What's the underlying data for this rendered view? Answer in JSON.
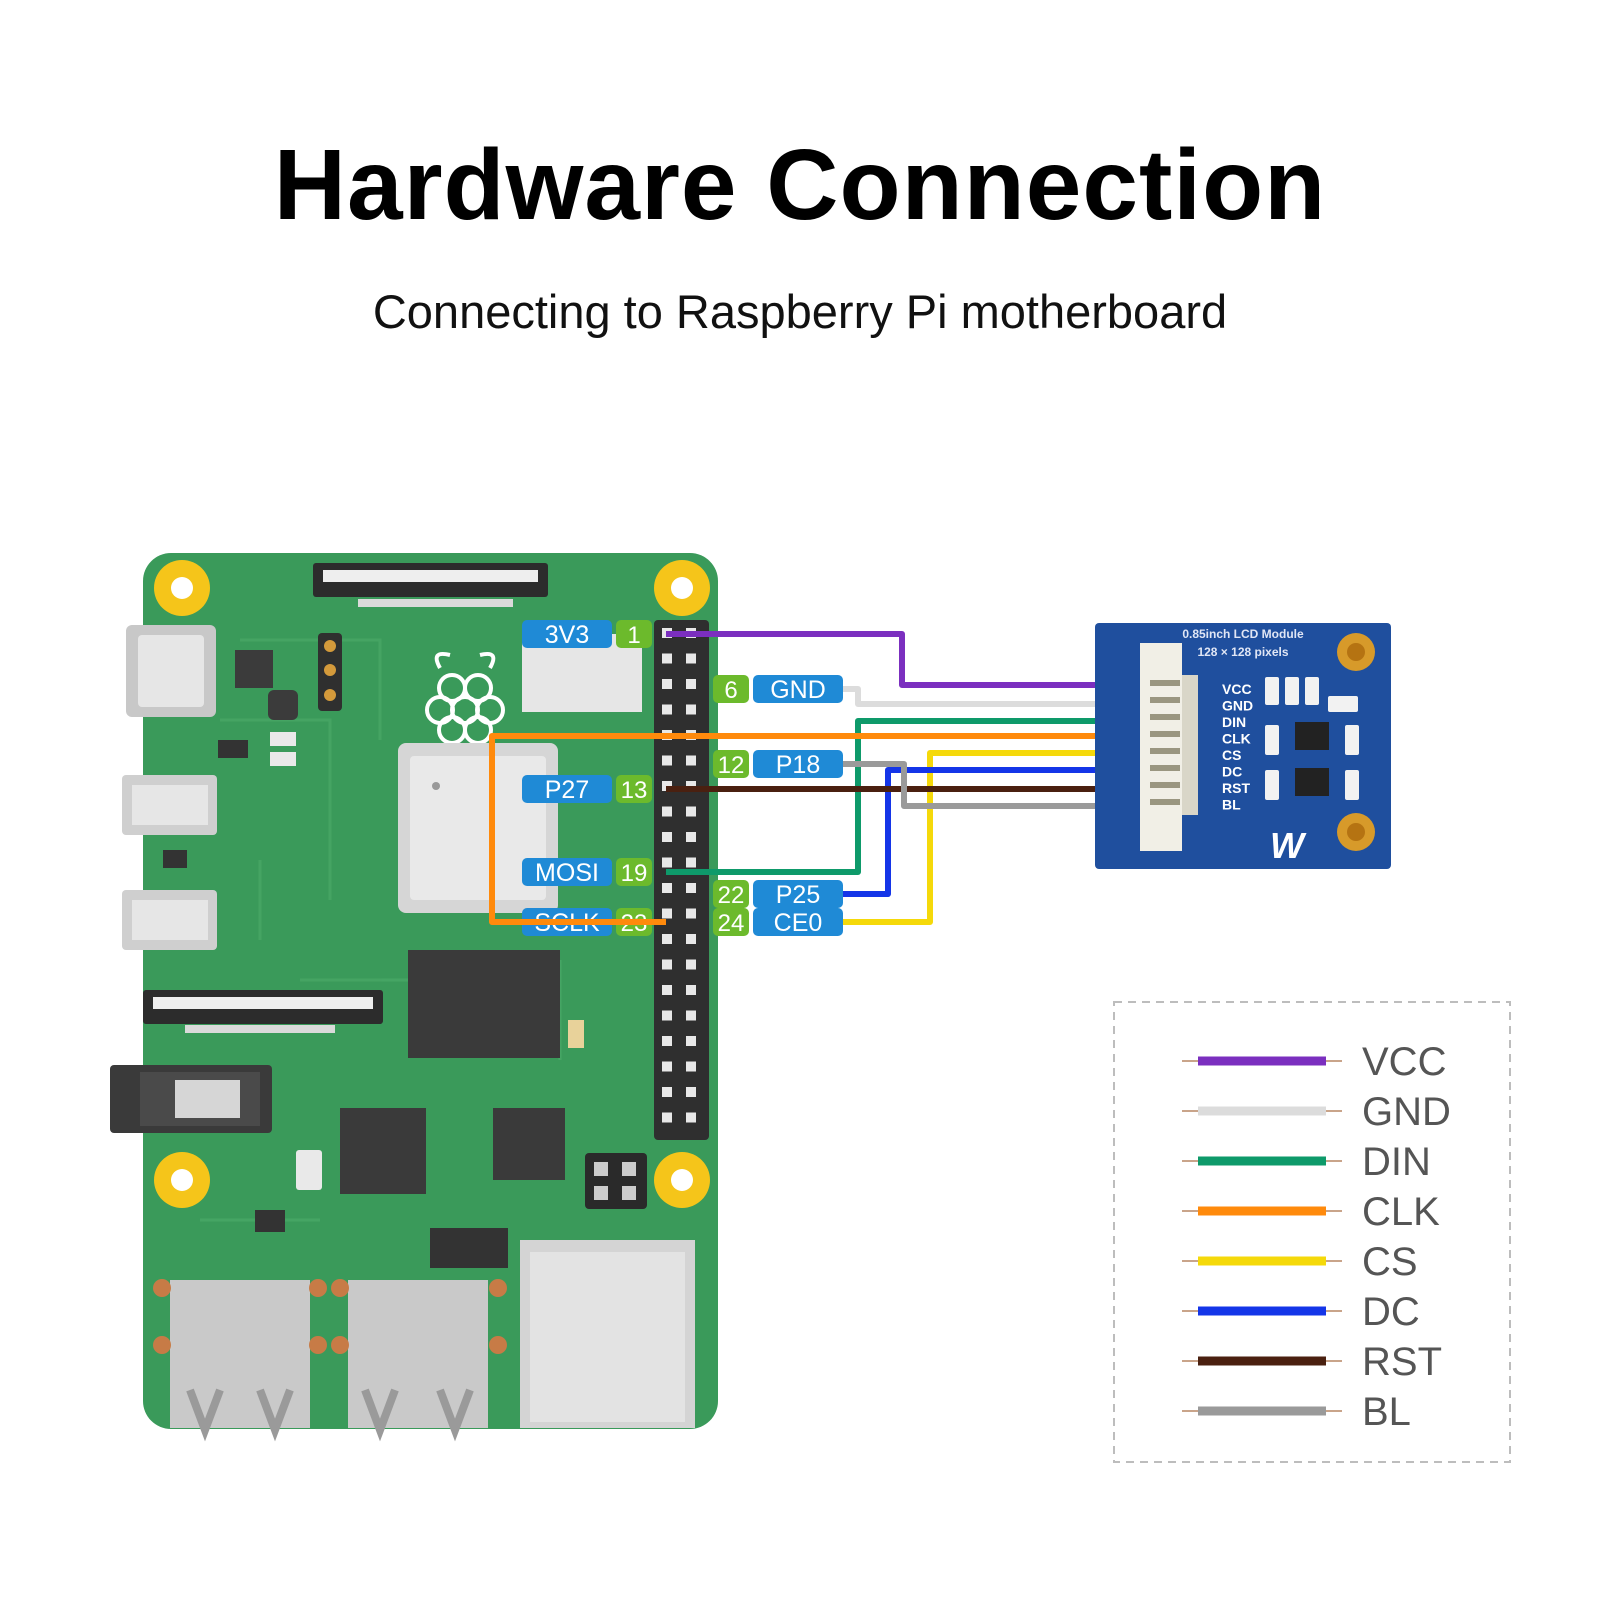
{
  "title": "Hardware Connection",
  "subtitle": "Connecting to Raspberry Pi motherboard",
  "module": {
    "name": "0.85inch LCD Module",
    "resolution": "128 × 128 pixels",
    "pins": [
      "VCC",
      "GND",
      "DIN",
      "CLK",
      "CS",
      "DC",
      "RST",
      "BL"
    ]
  },
  "pi_pins": [
    {
      "name": "3V3",
      "num": "1"
    },
    {
      "name": "GND",
      "num": "6"
    },
    {
      "name": "P18",
      "num": "12"
    },
    {
      "name": "P27",
      "num": "13"
    },
    {
      "name": "MOSI",
      "num": "19"
    },
    {
      "name": "P25",
      "num": "22"
    },
    {
      "name": "SCLK",
      "num": "23"
    },
    {
      "name": "CE0",
      "num": "24"
    }
  ],
  "legend": [
    {
      "label": "VCC",
      "color": "#7b2fbf"
    },
    {
      "label": "GND",
      "color": "#dcdcdc"
    },
    {
      "label": "DIN",
      "color": "#0e9a6a"
    },
    {
      "label": "CLK",
      "color": "#ff8a0c"
    },
    {
      "label": "CS",
      "color": "#f5d90a"
    },
    {
      "label": "DC",
      "color": "#1435e8"
    },
    {
      "label": "RST",
      "color": "#4a2010"
    },
    {
      "label": "BL",
      "color": "#9a9a9a"
    }
  ],
  "colors": {
    "pcb": "#3a9a5a",
    "pin_name_bg": "#1f8ad6",
    "pin_num_bg": "#6cba2c",
    "lcd_module": "#1f4f9e"
  }
}
